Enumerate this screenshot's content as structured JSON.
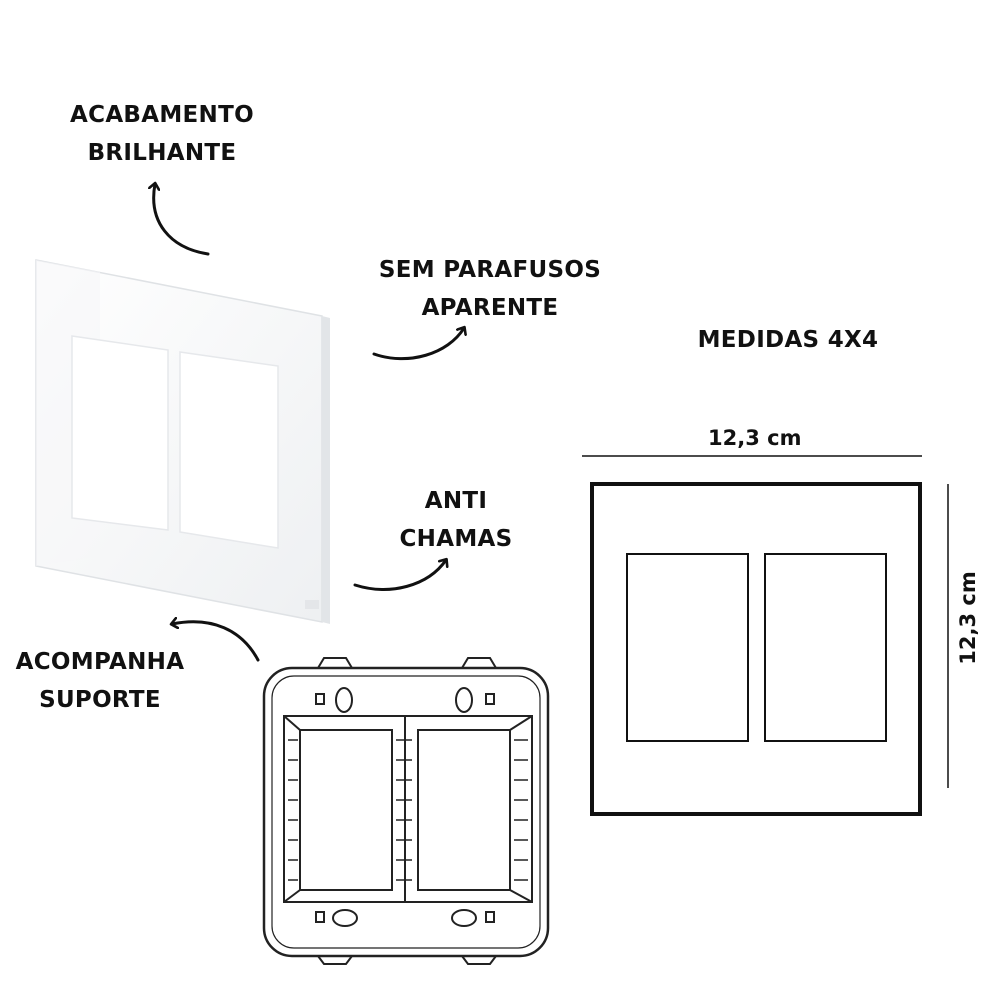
{
  "labels": {
    "finish": [
      "ACABAMENTO",
      "BRILHANTE"
    ],
    "no_screws": [
      "SEM PARAFUSOS",
      "APARENTE"
    ],
    "flame": [
      "ANTI",
      "CHAMAS"
    ],
    "support": [
      "ACOMPANHA",
      "SUPORTE"
    ],
    "measures": "MEDIDAS 4X4"
  },
  "dimensions": {
    "width": "12,3 cm",
    "height": "12,3 cm"
  },
  "icons": [
    "curved-arrow-icon",
    "wall-plate-photo",
    "support-frame-drawing",
    "plate-outline-drawing"
  ]
}
